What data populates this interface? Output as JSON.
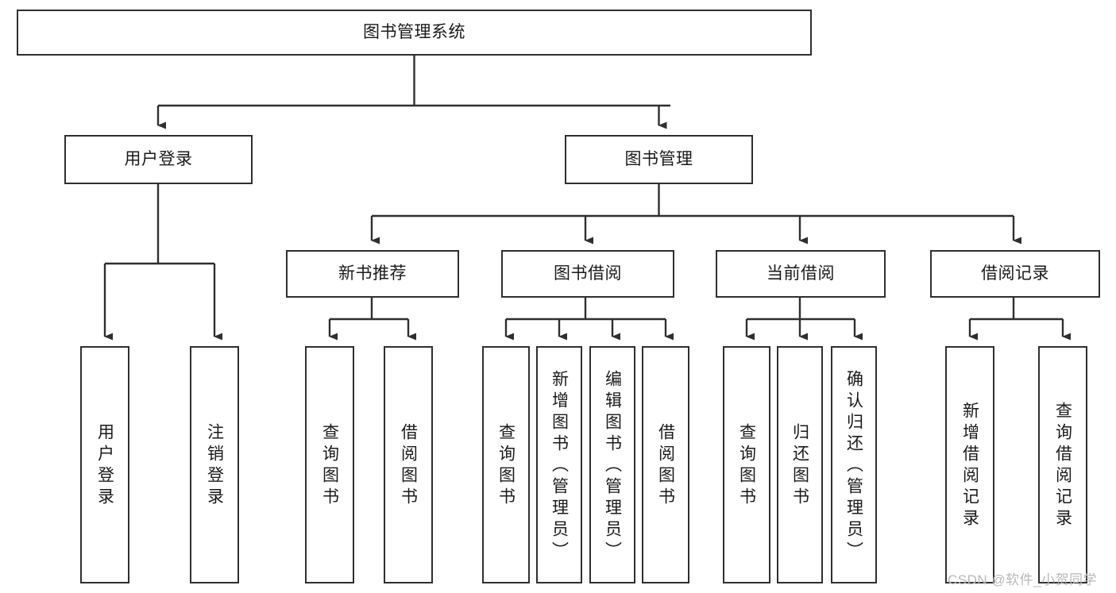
{
  "diagram": {
    "type": "tree-hierarchy",
    "title": "图书管理系统",
    "watermark": "CSDN @软件_小贺同学",
    "colors": {
      "stroke": "#2f2f2f",
      "fill": "#ffffff",
      "text": "#1a1a1a",
      "watermark": "#b8b8b8"
    },
    "levels": {
      "root": {
        "label": "图书管理系统"
      },
      "level2": [
        {
          "id": "user-login",
          "label": "用户登录"
        },
        {
          "id": "book-management",
          "label": "图书管理"
        }
      ],
      "level3": [
        {
          "id": "new-book-recommend",
          "label": "新书推荐",
          "parent": "book-management"
        },
        {
          "id": "book-borrow",
          "label": "图书借阅",
          "parent": "book-management"
        },
        {
          "id": "current-borrow",
          "label": "当前借阅",
          "parent": "book-management"
        },
        {
          "id": "borrow-record",
          "label": "借阅记录",
          "parent": "book-management"
        }
      ],
      "leaves": [
        {
          "id": "leaf-user-login",
          "label": "用户登录",
          "parent": "user-login"
        },
        {
          "id": "leaf-user-logout",
          "label": "注销登录",
          "parent": "user-login"
        },
        {
          "id": "leaf-query-book-1",
          "label": "查询图书",
          "parent": "new-book-recommend"
        },
        {
          "id": "leaf-borrow-book-1",
          "label": "借阅图书",
          "parent": "new-book-recommend"
        },
        {
          "id": "leaf-query-book-2",
          "label": "查询图书",
          "parent": "book-borrow"
        },
        {
          "id": "leaf-add-book",
          "label": "新增图书（管理员）",
          "parent": "book-borrow"
        },
        {
          "id": "leaf-edit-book",
          "label": "编辑图书（管理员）",
          "parent": "book-borrow"
        },
        {
          "id": "leaf-borrow-book-2",
          "label": "借阅图书",
          "parent": "book-borrow"
        },
        {
          "id": "leaf-query-book-3",
          "label": "查询图书",
          "parent": "current-borrow"
        },
        {
          "id": "leaf-return-book",
          "label": "归还图书",
          "parent": "current-borrow"
        },
        {
          "id": "leaf-confirm-return",
          "label": "确认归还（管理员）",
          "parent": "current-borrow"
        },
        {
          "id": "leaf-add-record",
          "label": "新增借阅记录",
          "parent": "borrow-record"
        },
        {
          "id": "leaf-query-record",
          "label": "查询借阅记录",
          "parent": "borrow-record"
        }
      ]
    }
  }
}
